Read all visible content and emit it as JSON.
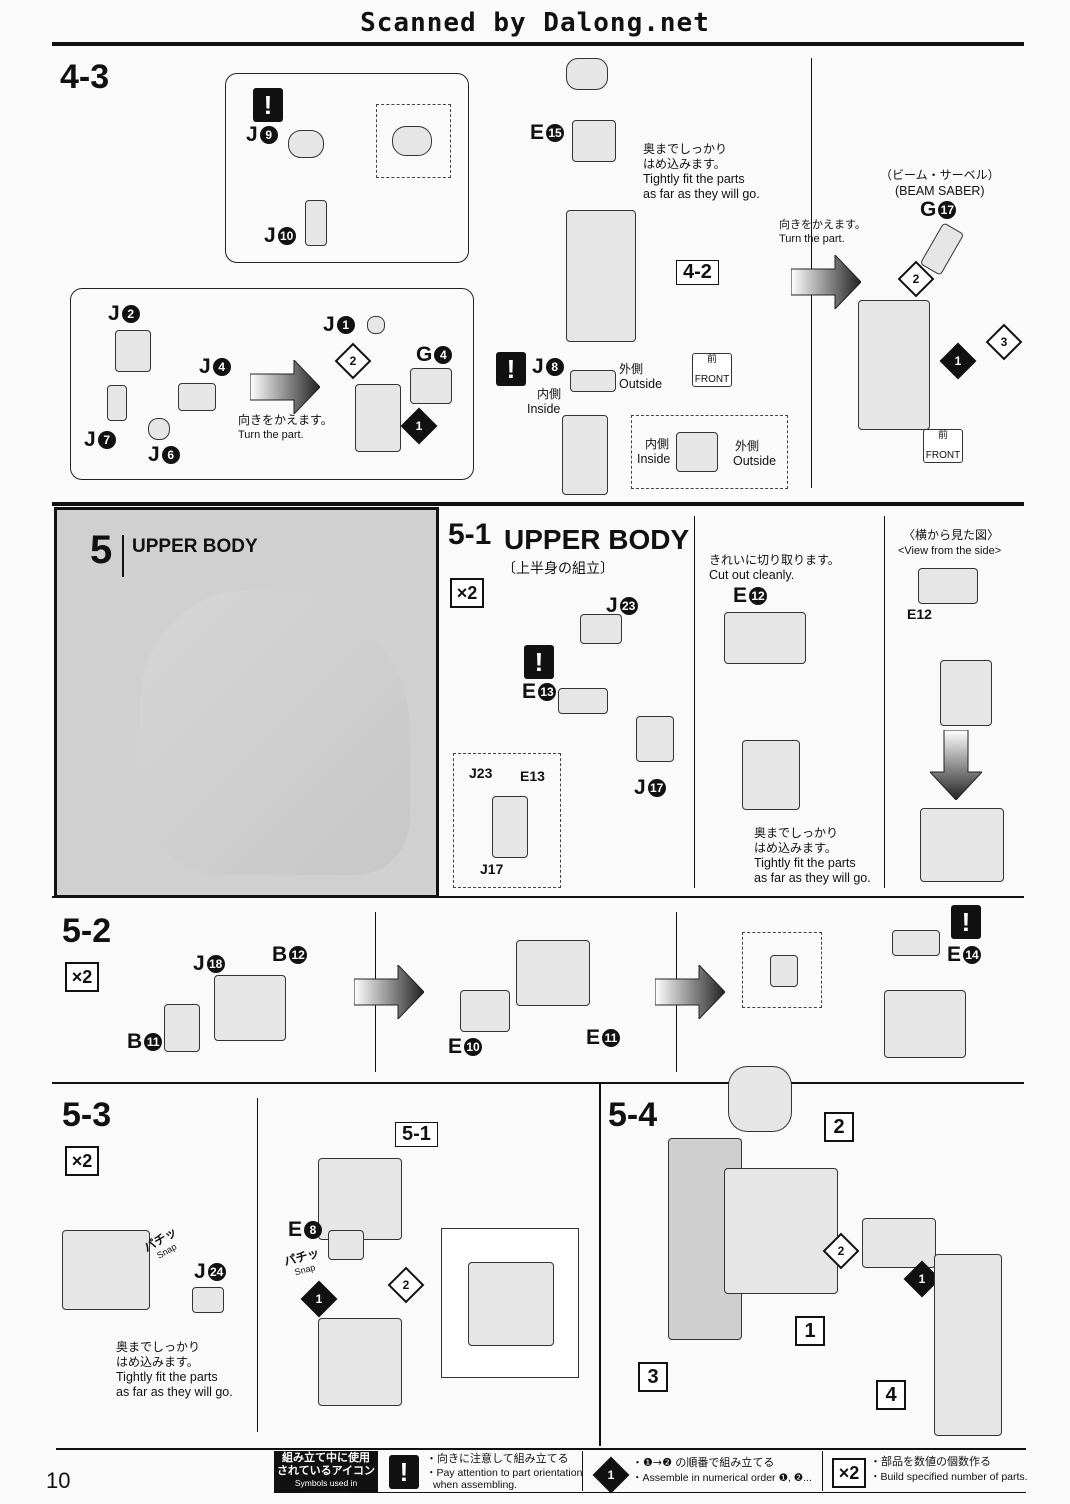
{
  "header": "Scanned by Dalong.net",
  "page_number": "10",
  "s43": {
    "step": "4-3",
    "j9": "J",
    "j9n": "9",
    "j10": "J",
    "j10n": "10",
    "e15": "E",
    "e15n": "15",
    "fit_jp1": "奥までしっかり",
    "fit_jp2": "はめ込みます。",
    "fit_en1": "Tightly fit the parts",
    "fit_en2": "as far as they will go.",
    "ref42": "4-2",
    "j2": "J",
    "j2n": "2",
    "j4": "J",
    "j4n": "4",
    "j7": "J",
    "j7n": "7",
    "j6": "J",
    "j6n": "6",
    "j1": "J",
    "j1n": "1",
    "g4": "G",
    "g4n": "4",
    "turn_jp": "向きをかえます。",
    "turn_en": "Turn the part.",
    "j8": "J",
    "j8n": "8",
    "inside_jp": "内側",
    "inside_en": "Inside",
    "outside_jp": "外側",
    "outside_en": "Outside",
    "front_jp": "前",
    "front_en": "FRONT",
    "saber_jp": "（ビーム・サーベル）",
    "saber_en": "(BEAM SABER)",
    "g17": "G",
    "g17n": "17",
    "turn2_jp": "向きをかえます。",
    "turn2_en": "Turn the part."
  },
  "s5": {
    "step": "5",
    "title": "UPPER BODY"
  },
  "s51": {
    "step": "5-1",
    "title": "UPPER BODY",
    "subtitle": "〔上半身の組立〕",
    "x2": "×2",
    "j23": "J",
    "j23n": "23",
    "e13": "E",
    "e13n": "13",
    "j17": "J",
    "j17n": "17",
    "cut_jp": "きれいに切り取ります。",
    "cut_en": "Cut out cleanly.",
    "e12": "E",
    "e12n": "12",
    "fit_jp1": "奥までしっかり",
    "fit_jp2": "はめ込みます。",
    "fit_en1": "Tightly fit the parts",
    "fit_en2": "as far as they will go.",
    "side_jp": "〈横から見た図〉",
    "side_en": "<View from the side>"
  },
  "s52": {
    "step": "5-2",
    "x2": "×2",
    "j18": "J",
    "j18n": "18",
    "b12": "B",
    "b12n": "12",
    "b11": "B",
    "b11n": "11",
    "e10": "E",
    "e10n": "10",
    "e11": "E",
    "e11n": "11",
    "e14": "E",
    "e14n": "14"
  },
  "s53": {
    "step": "5-3",
    "x2": "×2",
    "ref51": "5-1",
    "e8": "E",
    "e8n": "8",
    "j24": "J",
    "j24n": "24",
    "snap_jp": "パチッ",
    "snap_en": "Snap",
    "fit_jp1": "奥までしっかり",
    "fit_jp2": "はめ込みます。",
    "fit_en1": "Tightly fit the parts",
    "fit_en2": "as far as they will go."
  },
  "s54": {
    "step": "5-4",
    "n1": "1",
    "n2": "2",
    "n3": "3",
    "n4": "4"
  },
  "legend": {
    "title_jp1": "組み立て中に使用",
    "title_jp2": "されているアイコン",
    "title_en": "Symbols used in instructions",
    "warn_jp": "・向きに注意して組み立てる",
    "warn_en1": "・Pay attention to part orientation",
    "warn_en2": "when assembling.",
    "order_jp": "・❶→❷ の順番で組み立てる",
    "order_en": "・Assemble in numerical order ❶, ❷...",
    "count_jp": "・部品を数値の個数作る",
    "count_en": "・Build specified number of parts.",
    "x2": "×2"
  }
}
